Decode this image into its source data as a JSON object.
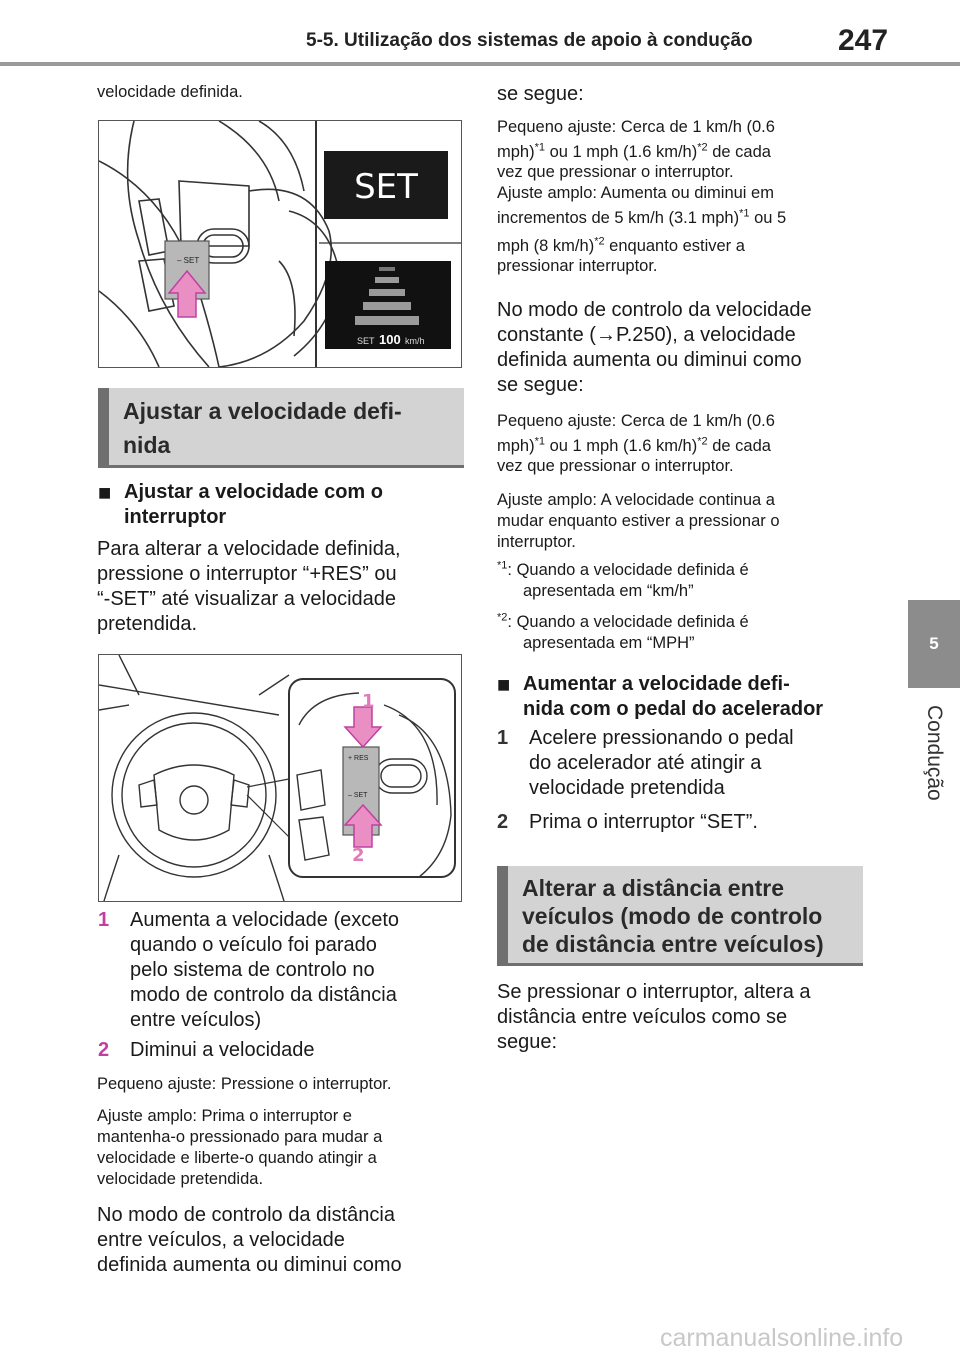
{
  "header": {
    "title": "5-5. Utilização dos sistemas de apoio à condução",
    "page_number": "247"
  },
  "side_tab": {
    "chapter": "5",
    "label": "Condução"
  },
  "left": {
    "intro": "velocidade definida.",
    "fig1": {
      "set_label": "SET",
      "button_label": "– SET",
      "speed_prefix": "SET",
      "speed_value": "100",
      "speed_unit": "km/h"
    },
    "section_title_line1": "Ajustar a velocidade defi-",
    "section_title_line2": "nida",
    "bullet1_line1": "Ajustar a velocidade com o",
    "bullet1_line2": "interruptor",
    "para1": [
      "Para alterar a velocidade definida,",
      "pressione o interruptor “+RES” ou",
      "“-SET” até visualizar a velocidade",
      "pretendida."
    ],
    "fig2": {
      "callout1": "1",
      "callout2": "2",
      "res_label": "+ RES",
      "set_label": "– SET"
    },
    "step1_num": "1",
    "step1": [
      "Aumenta a velocidade (exceto",
      "quando o veículo foi parado",
      "pelo sistema de controlo no",
      "modo de controlo da distância",
      "entre veículos)"
    ],
    "step2_num": "2",
    "step2": "Diminui a velocidade",
    "small1": "Pequeno ajuste: Pressione o interruptor.",
    "small2": [
      "Ajuste amplo: Prima o interruptor e",
      "mantenha-o pressionado para mudar a",
      "velocidade e liberte-o quando atingir a",
      "velocidade pretendida."
    ],
    "para2": [
      "No modo de controlo da distância",
      "entre veículos, a velocidade",
      "definida aumenta ou diminui como"
    ]
  },
  "right": {
    "cont": "se segue:",
    "r1a": "Pequeno ajuste: Cerca de 1 km/h (0.6",
    "r1b_pre": "mph)",
    "r1b_sup1": "*1",
    "r1b_mid": " ou 1 mph (1.6 km/h)",
    "r1b_sup2": "*2",
    "r1b_post": " de cada",
    "r1c": "vez que pressionar o interruptor.",
    "r2a": "Ajuste amplo: Aumenta ou diminui em",
    "r2b_pre": "incrementos de 5 km/h (3.1 mph)",
    "r2b_sup1": "*1",
    "r2b_post": " ou 5",
    "r2c_pre": "mph (8 km/h)",
    "r2c_sup2": "*2",
    "r2c_post": " enquanto estiver a",
    "r2d": "pressionar interruptor.",
    "para3": [
      "No modo de controlo da velocidade",
      "constante (→P.250), a velocidade",
      "definida aumenta ou diminui como",
      "se segue:"
    ],
    "r3a": "Pequeno ajuste: Cerca de 1 km/h (0.6",
    "r3b_pre": "mph)",
    "r3b_sup1": "*1",
    "r3b_mid": " ou 1 mph (1.6 km/h)",
    "r3b_sup2": "*2",
    "r3b_post": " de cada",
    "r3c": "vez que pressionar o interruptor.",
    "r4": [
      "Ajuste amplo: A velocidade continua a",
      "mudar enquanto estiver a pressionar o",
      "interruptor."
    ],
    "fn1_mark": "*1",
    "fn1": [
      ": Quando a velocidade definida é",
      "apresentada em “km/h”"
    ],
    "fn2_mark": "*2",
    "fn2": [
      ": Quando a velocidade definida é",
      "apresentada em “MPH”"
    ],
    "bullet2_line1": "Aumentar a velocidade defi-",
    "bullet2_line2": "nida com o pedal do acelerador",
    "s1_num": "1",
    "s1": [
      "Acelere pressionando o pedal",
      "do acelerador até atingir a",
      "velocidade pretendida"
    ],
    "s2_num": "2",
    "s2": "Prima o interruptor “SET”.",
    "section2": [
      "Alterar a distância entre",
      "veículos (modo de controlo",
      "de distância entre veículos)"
    ],
    "para4": [
      "Se pressionar o interruptor, altera a",
      "distância entre veículos como se",
      "segue:"
    ]
  },
  "footer": {
    "watermark": "carmanualsonline.info"
  },
  "colors": {
    "accent_magenta": "#c040a0",
    "box_gray": "#d3d3d3",
    "box_border": "#6f6f6f"
  }
}
